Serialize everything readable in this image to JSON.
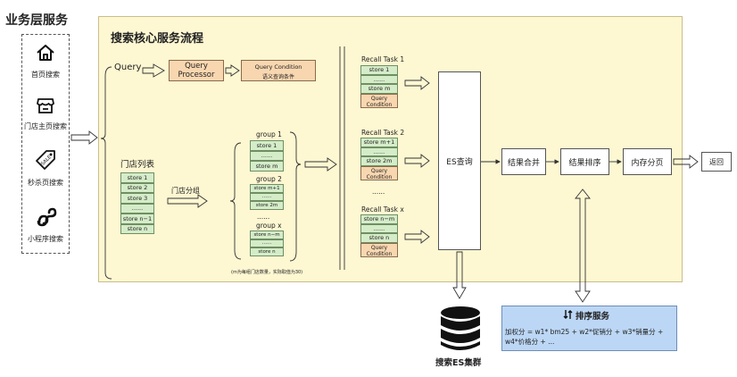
{
  "business_layer": {
    "title": "业务层服务",
    "items": [
      {
        "label": "首页搜索",
        "icon": "home-icon"
      },
      {
        "label": "门店主页搜索",
        "icon": "store-icon"
      },
      {
        "label": "秒杀页搜索",
        "icon": "sale-tag-icon"
      },
      {
        "label": "小程序搜索",
        "icon": "mini-program-icon"
      }
    ]
  },
  "core_flow": {
    "title": "搜索核心服务流程",
    "query_label": "Query",
    "query_processor": "Query Processor",
    "query_condition_title": "Query Condition",
    "query_condition_sub": "语义查询条件",
    "store_list_title": "门店列表",
    "store_list": [
      "store 1",
      "store 2",
      "store 3",
      "......",
      "store n−1",
      "store n"
    ],
    "grouping_label": "门店分组",
    "groups": [
      {
        "title": "group 1",
        "rows": [
          "store 1",
          "......",
          "store m"
        ]
      },
      {
        "title": "group 2",
        "rows": [
          "store m+1",
          "......",
          "store 2m"
        ]
      },
      {
        "title": "group x",
        "rows": [
          "store n−m",
          "......",
          "store n"
        ]
      }
    ],
    "group_ellipsis": "......",
    "group_note": "(m为每组门店数量，实际取值为30)",
    "recall_tasks": [
      {
        "title": "Recall Task 1",
        "rows": [
          "store 1",
          "......",
          "store m"
        ],
        "condition": [
          "Query",
          "Condition"
        ]
      },
      {
        "title": "Recall Task 2",
        "rows": [
          "store m+1",
          "......",
          "store 2m"
        ],
        "condition": [
          "Query",
          "Condition"
        ]
      },
      {
        "title": "Recall Task x",
        "rows": [
          "store n−m",
          "......",
          "store n"
        ],
        "condition": [
          "Query",
          "Condition"
        ]
      }
    ],
    "recall_ellipsis": "......",
    "es_query": "ES查询",
    "merge": "结果合并",
    "rank": "结果排序",
    "paging": "内存分页",
    "return": "返回"
  },
  "es_cluster": {
    "label": "搜索ES集群",
    "icon": "database-icon"
  },
  "rank_service": {
    "title": "排序服务",
    "icon": "sort-icon",
    "formula_line1": "加权分 = w1* bm25 + w2*促销分 + w3*销量分 +",
    "formula_line2": "w4*价格分 + ..."
  }
}
